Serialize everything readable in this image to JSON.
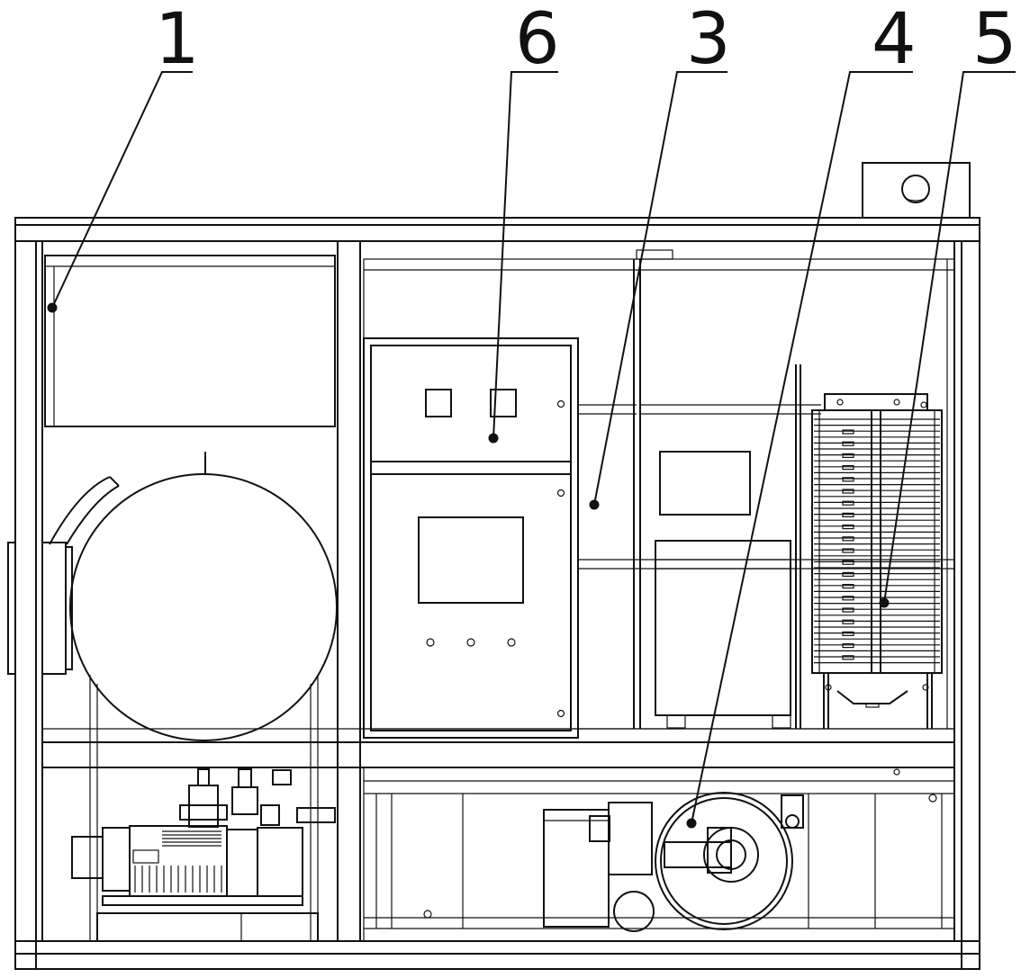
{
  "callouts": [
    {
      "id": "1",
      "text": "1"
    },
    {
      "id": "6",
      "text": "6"
    },
    {
      "id": "3",
      "text": "3"
    },
    {
      "id": "4",
      "text": "4"
    },
    {
      "id": "5",
      "text": "5"
    }
  ],
  "colors": {
    "line": "#111111",
    "background": "#ffffff"
  }
}
